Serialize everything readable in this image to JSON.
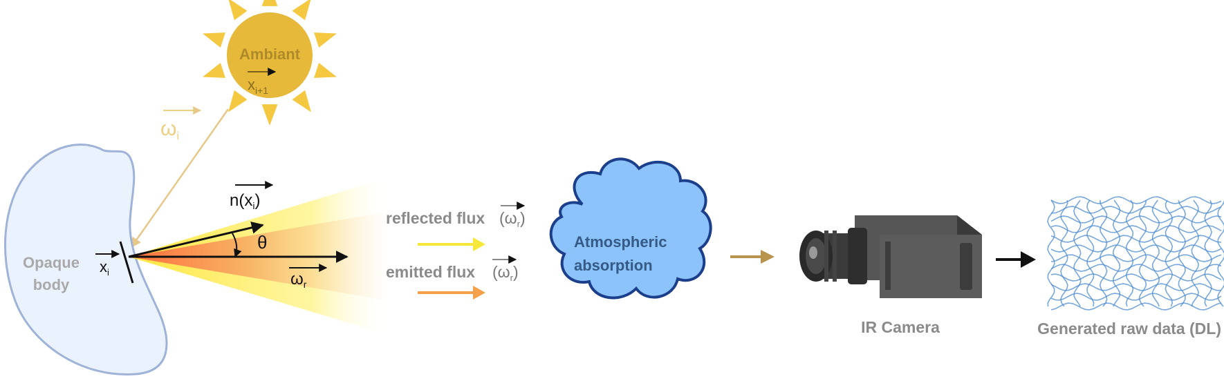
{
  "diagram": {
    "ambient": {
      "label": "Ambiant",
      "vector": "x",
      "vector_sub": "i+1"
    },
    "incident": {
      "symbol": "ω",
      "sub": "i"
    },
    "body": {
      "label_line1": "Opaque",
      "label_line2": "body",
      "point": "x",
      "point_sub": "i"
    },
    "normal": {
      "prefix": "n(x",
      "sub": "i",
      "suffix": ")"
    },
    "angle": "θ",
    "reflected_dir": {
      "symbol": "ω",
      "sub": "r"
    },
    "reflected_flux": {
      "label": "reflected flux",
      "paren_open": "(ω",
      "sub": "r",
      "paren_close": ")"
    },
    "emitted_flux": {
      "label": "emitted flux",
      "paren_open": "(ω",
      "sub": "r",
      "paren_close": ")"
    },
    "atmosphere": {
      "line1": "Atmospheric",
      "line2": "absorption"
    },
    "camera": {
      "label": "IR Camera"
    },
    "raw_data": {
      "label": "Generated raw data (DL)"
    },
    "colors": {
      "sun_rays": "#f5c842",
      "sun_core": "#e6b93a",
      "incident_arrow": "#efcf82",
      "body_fill": "#eaf2fd",
      "body_stroke": "#9fb2d8",
      "reflected_arrow": "#f5e83a",
      "emitted_arrow": "#f5a04a",
      "cloud_fill": "#8cc3fb",
      "cloud_stroke": "#1c3f8c",
      "flow_arrow": "#b8934e",
      "grid_color": "#4a8ad0"
    }
  }
}
